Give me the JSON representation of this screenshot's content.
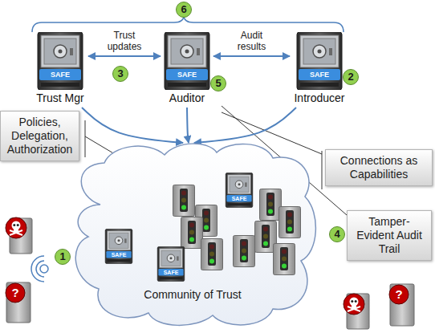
{
  "diagram": {
    "nodes": [
      {
        "text": [
          "SAFE",
          "Trust Mgr"
        ]
      },
      {
        "text": [
          "SAFE",
          "Auditor"
        ]
      },
      {
        "text": [
          "SAFE",
          "Introducer"
        ]
      },
      {
        "text": [
          "Policies, Delegation, Authorization"
        ]
      },
      {
        "text": [
          "Connections as Capabilities"
        ]
      },
      {
        "text": [
          "Tamper-Evident Audit Trail"
        ]
      },
      {
        "text": [
          "Community of Trust"
        ]
      },
      {
        "text": [
          "SAFE"
        ],
        "in": 6
      },
      {
        "text": [
          "SAFE"
        ],
        "in": 6
      },
      {
        "text": [
          "SAFE"
        ],
        "in": 6
      }
    ],
    "edges": [
      {
        "from": 0,
        "to": 1,
        "label": "Trust updates",
        "arrow": "both"
      },
      {
        "from": 1,
        "to": 2,
        "label": "Audit results",
        "arrow": "both"
      },
      {
        "from": 0,
        "to": 6,
        "arrow": "to"
      },
      {
        "from": 1,
        "to": 6,
        "arrow": "to"
      },
      {
        "from": 2,
        "to": 6,
        "arrow": "to"
      }
    ],
    "labels": [
      "6",
      "3",
      "5",
      "2",
      "4",
      "1",
      "?",
      "?"
    ]
  }
}
